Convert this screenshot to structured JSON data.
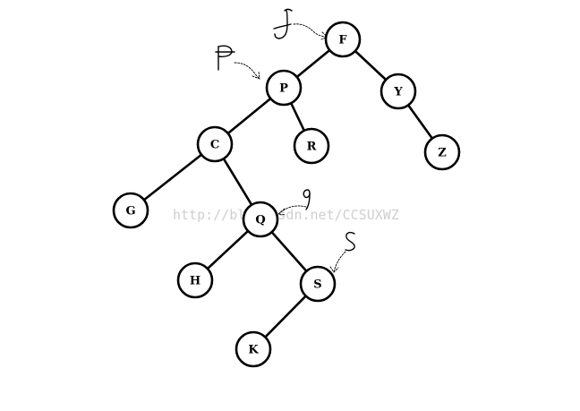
{
  "diagram": {
    "nodes": [
      {
        "id": "F",
        "label": "F"
      },
      {
        "id": "P",
        "label": "P"
      },
      {
        "id": "Y",
        "label": "Y"
      },
      {
        "id": "C",
        "label": "C"
      },
      {
        "id": "R",
        "label": "R"
      },
      {
        "id": "Z",
        "label": "Z"
      },
      {
        "id": "G",
        "label": "G"
      },
      {
        "id": "Q",
        "label": "Q"
      },
      {
        "id": "H",
        "label": "H"
      },
      {
        "id": "S",
        "label": "S"
      },
      {
        "id": "K",
        "label": "K"
      }
    ],
    "edges": [
      [
        "F",
        "P"
      ],
      [
        "F",
        "Y"
      ],
      [
        "P",
        "C"
      ],
      [
        "P",
        "R"
      ],
      [
        "Y",
        "Z"
      ],
      [
        "C",
        "G"
      ],
      [
        "C",
        "Q"
      ],
      [
        "Q",
        "H"
      ],
      [
        "Q",
        "S"
      ],
      [
        "S",
        "K"
      ]
    ],
    "annotations": [
      {
        "target": "F",
        "mark": "f"
      },
      {
        "target": "P",
        "mark": "p"
      },
      {
        "target": "Q",
        "mark": "q"
      },
      {
        "target": "S",
        "mark": "s"
      }
    ]
  },
  "watermark": "http://blog.csdn.net/CCSUXWZ"
}
